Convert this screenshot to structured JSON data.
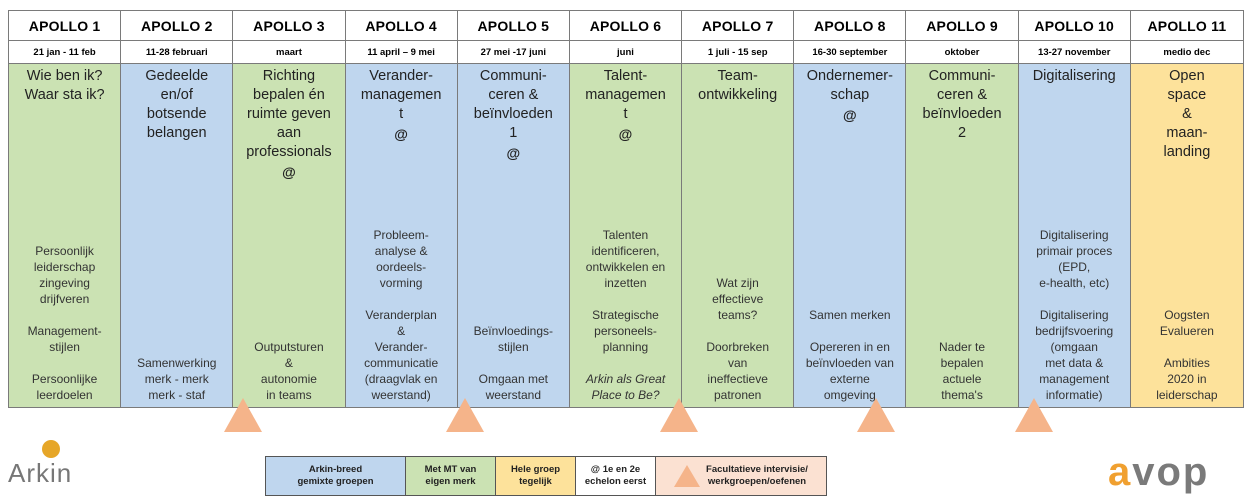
{
  "columns": [
    {
      "title": "APOLLO 1",
      "date": "21 jan - 11 feb",
      "color": "green",
      "topic": "Wie ben ik?\nWaar sta ik?",
      "at": "",
      "desc": [
        "Persoonlijk\nleiderschap\nzingeving\ndrijfveren",
        "Management-\nstijlen",
        "Persoonlijke\nleerdoelen"
      ],
      "italic": []
    },
    {
      "title": "APOLLO 2",
      "date": "11-28 februari",
      "color": "blue",
      "topic": "Gedeelde\nen/of\nbotsende\nbelangen",
      "at": "",
      "desc": [
        "Samenwerking\nmerk - merk\nmerk - staf"
      ],
      "italic": []
    },
    {
      "title": "APOLLO 3",
      "date": "maart",
      "color": "green",
      "topic": "Richting\nbepalen én\nruimte geven\naan\nprofessionals",
      "at": "@",
      "desc": [
        "Outputsturen\n&\nautonomie\nin teams"
      ],
      "italic": []
    },
    {
      "title": "APOLLO 4",
      "date": "11 april – 9 mei",
      "color": "blue",
      "topic": "Verander-\nmanagemen\nt",
      "at": "@",
      "desc": [
        "Probleem-\nanalyse &\noordeels-\nvorming",
        "Veranderplan\n&\nVerander-\ncommunicatie\n(draagvlak en\nweerstand)"
      ],
      "italic": []
    },
    {
      "title": "APOLLO 5",
      "date": "27 mei -17 juni",
      "color": "blue",
      "topic": "Communi-\nceren &\nbeïnvloeden\n1",
      "at": "@",
      "desc": [
        "Beïnvloedings-\nstijlen",
        "Omgaan met\nweerstand"
      ],
      "italic": []
    },
    {
      "title": "APOLLO 6",
      "date": "juni",
      "color": "green",
      "topic": "Talent-\nmanagemen\nt",
      "at": "@",
      "desc": [
        "Talenten\nidentificeren,\nontwikkelen en\ninzetten",
        "Strategische\npersoneels-\nplanning"
      ],
      "italic": [
        "Arkin als Great\nPlace to Be?"
      ]
    },
    {
      "title": "APOLLO 7",
      "date": "1 juli - 15 sep",
      "color": "green",
      "topic": "Team-\nontwikkeling",
      "at": "",
      "desc": [
        "Wat zijn\neffectieve\nteams?",
        "Doorbreken\nvan\nineffectieve\npatronen"
      ],
      "italic": []
    },
    {
      "title": "APOLLO 8",
      "date": "16-30 september",
      "color": "blue",
      "topic": "Ondernemer-\nschap",
      "at": "@",
      "desc": [
        "Samen merken",
        "Opereren in en\nbeïnvloeden van\nexterne\nomgeving"
      ],
      "italic": []
    },
    {
      "title": "APOLLO 9",
      "date": "oktober",
      "color": "green",
      "topic": "Communi-\nceren &\nbeïnvloeden\n2",
      "at": "",
      "desc": [
        "Nader te\nbepalen\nactuele\nthema's"
      ],
      "italic": []
    },
    {
      "title": "APOLLO 10",
      "date": "13-27 november",
      "color": "blue",
      "topic": "Digitalisering",
      "at": "",
      "desc": [
        "Digitalisering\nprimair proces\n(EPD,\ne-health, etc)",
        "Digitalisering\nbedrijfsvoering\n(omgaan\nmet data &\nmanagement\ninformatie)"
      ],
      "italic": []
    },
    {
      "title": "APOLLO 11",
      "date": "medio dec",
      "color": "yellow",
      "topic": "Open\nspace\n&\nmaan-\nlanding",
      "at": "",
      "desc": [
        "Oogsten\nEvalueren",
        "Ambities\n2020 in\nleiderschap"
      ],
      "italic": []
    }
  ],
  "legend": [
    {
      "label": "Arkin-breed\ngemixte groepen",
      "color": "#bfd6ee"
    },
    {
      "label": "Met MT van\neigen merk",
      "color": "#cbe2b3"
    },
    {
      "label": "Hele groep\ntegelijk",
      "color": "#fde29b"
    },
    {
      "label": "@  1e en 2e\nechelon eerst",
      "color": "#ffffff"
    },
    {
      "label": "Facultatieve intervisie/\nwerkgroepen/oefenen",
      "color": "#fbe1d2",
      "triangle": true
    }
  ],
  "logos": {
    "left": "Arkin",
    "right_first": "a",
    "right_rest": "vop"
  },
  "colors": {
    "green": "#cbe2b3",
    "blue": "#bfd6ee",
    "yellow": "#fde29b",
    "triangle": "#f5b48a"
  }
}
